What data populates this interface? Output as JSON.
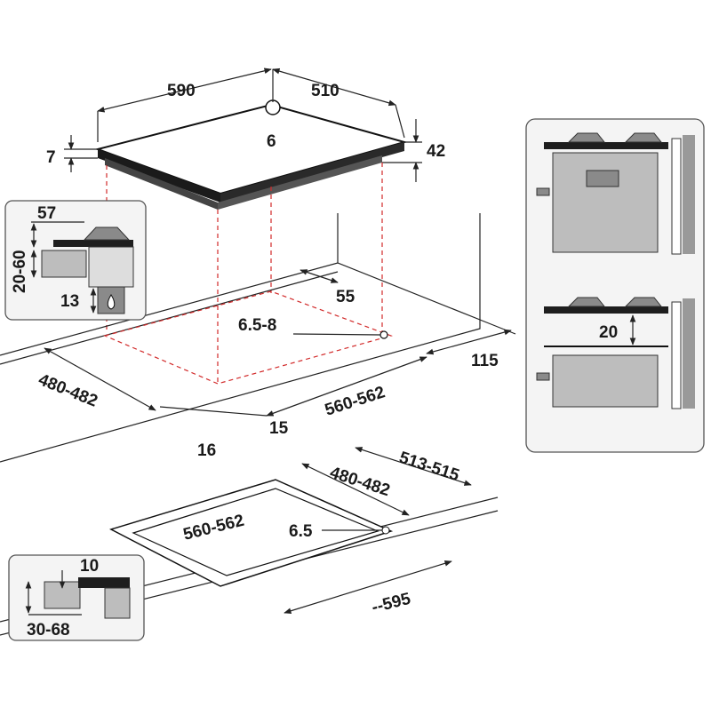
{
  "diagram": {
    "top_view": {
      "width_590": "590",
      "depth_510": "510",
      "gas_inlet_6": "6",
      "thickness_7": "7",
      "height_42": "42",
      "dim_55": "55",
      "hole_6_5_8": "6.5-8",
      "cut_480_482": "480-482",
      "cut_560_562": "560-562",
      "dim_115": "115",
      "dim_15": "15",
      "dim_16": "16"
    },
    "left_detail": {
      "dim_57": "57",
      "dim_20_60": "20-60",
      "dim_13": "13"
    },
    "flush_view": {
      "dim_513_515": "513-515",
      "cut_480_482": "480-482",
      "cut_560_562": "560-562",
      "hole_6_5": "6.5",
      "dim_595": "--595"
    },
    "flush_detail": {
      "dim_10": "10",
      "dim_30_68": "30-68"
    },
    "right_panel": {
      "dim_20": "20"
    }
  }
}
